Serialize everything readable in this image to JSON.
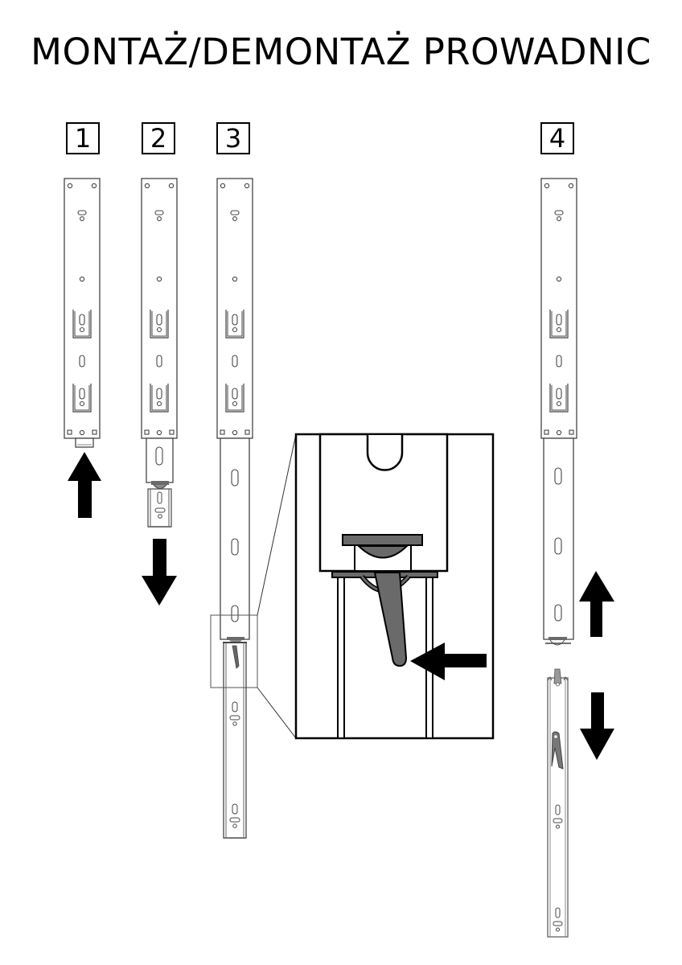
{
  "title": "MONTAŻ/DEMONTAŻ PROWADNIC",
  "steps": [
    {
      "label": "1",
      "arrow": "up"
    },
    {
      "label": "2",
      "arrow": "down"
    },
    {
      "label": "3",
      "arrow": "left",
      "detail": "zoomed view of release lever"
    },
    {
      "label": "4",
      "arrow": "up-down"
    }
  ],
  "colors": {
    "line": "#333333",
    "lever": "#6a6a6a",
    "arrow": "#000000",
    "background": "#ffffff"
  }
}
